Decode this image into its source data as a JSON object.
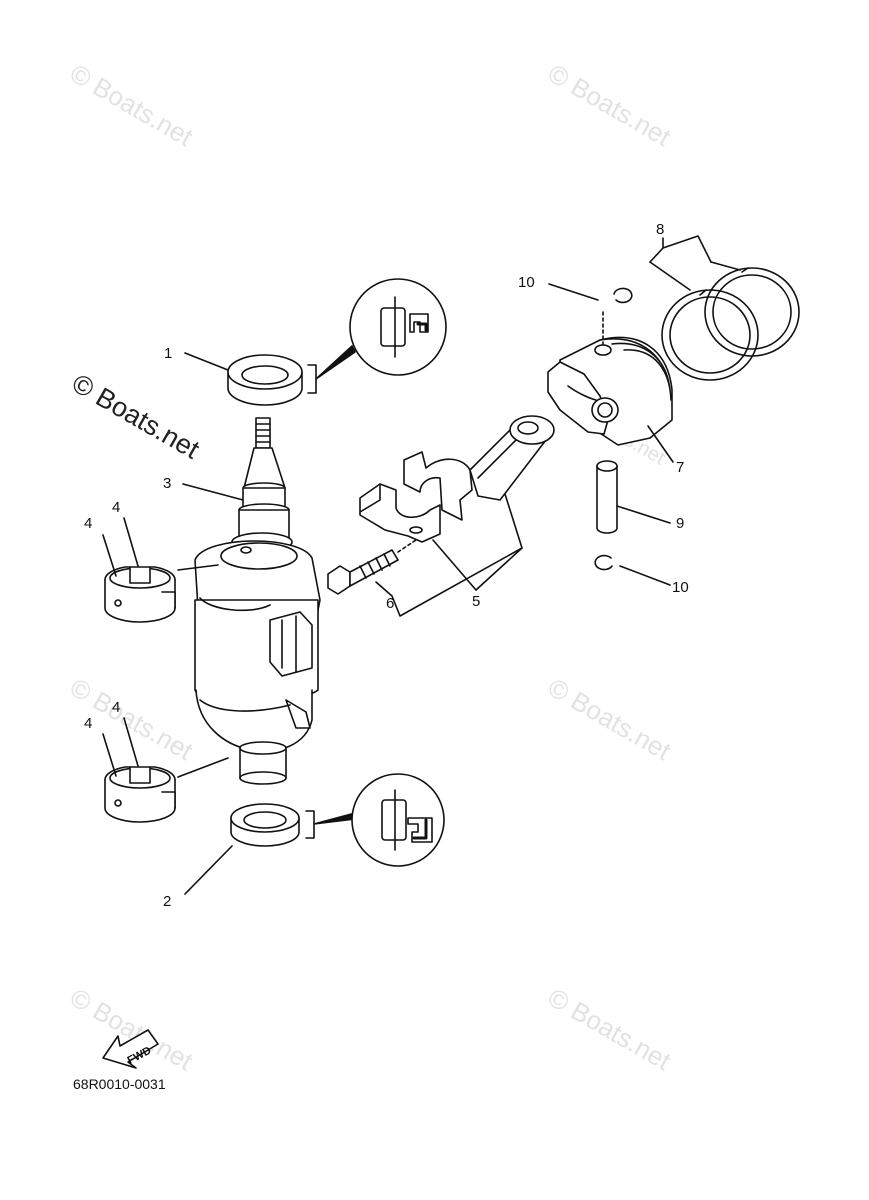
{
  "watermark": "© Boats.net",
  "diagram_code": "68R0010-0031",
  "fwd_label": "FWD",
  "callouts": {
    "c1": "1",
    "c2": "2",
    "c3": "3",
    "c4a": "4",
    "c4b": "4",
    "c4c": "4",
    "c4d": "4",
    "c5": "5",
    "c6": "6",
    "c7": "7",
    "c8": "8",
    "c9": "9",
    "c10a": "10",
    "c10b": "10"
  },
  "colors": {
    "line": "#111111",
    "watermark": "#e2e2e2",
    "background": "#ffffff"
  }
}
